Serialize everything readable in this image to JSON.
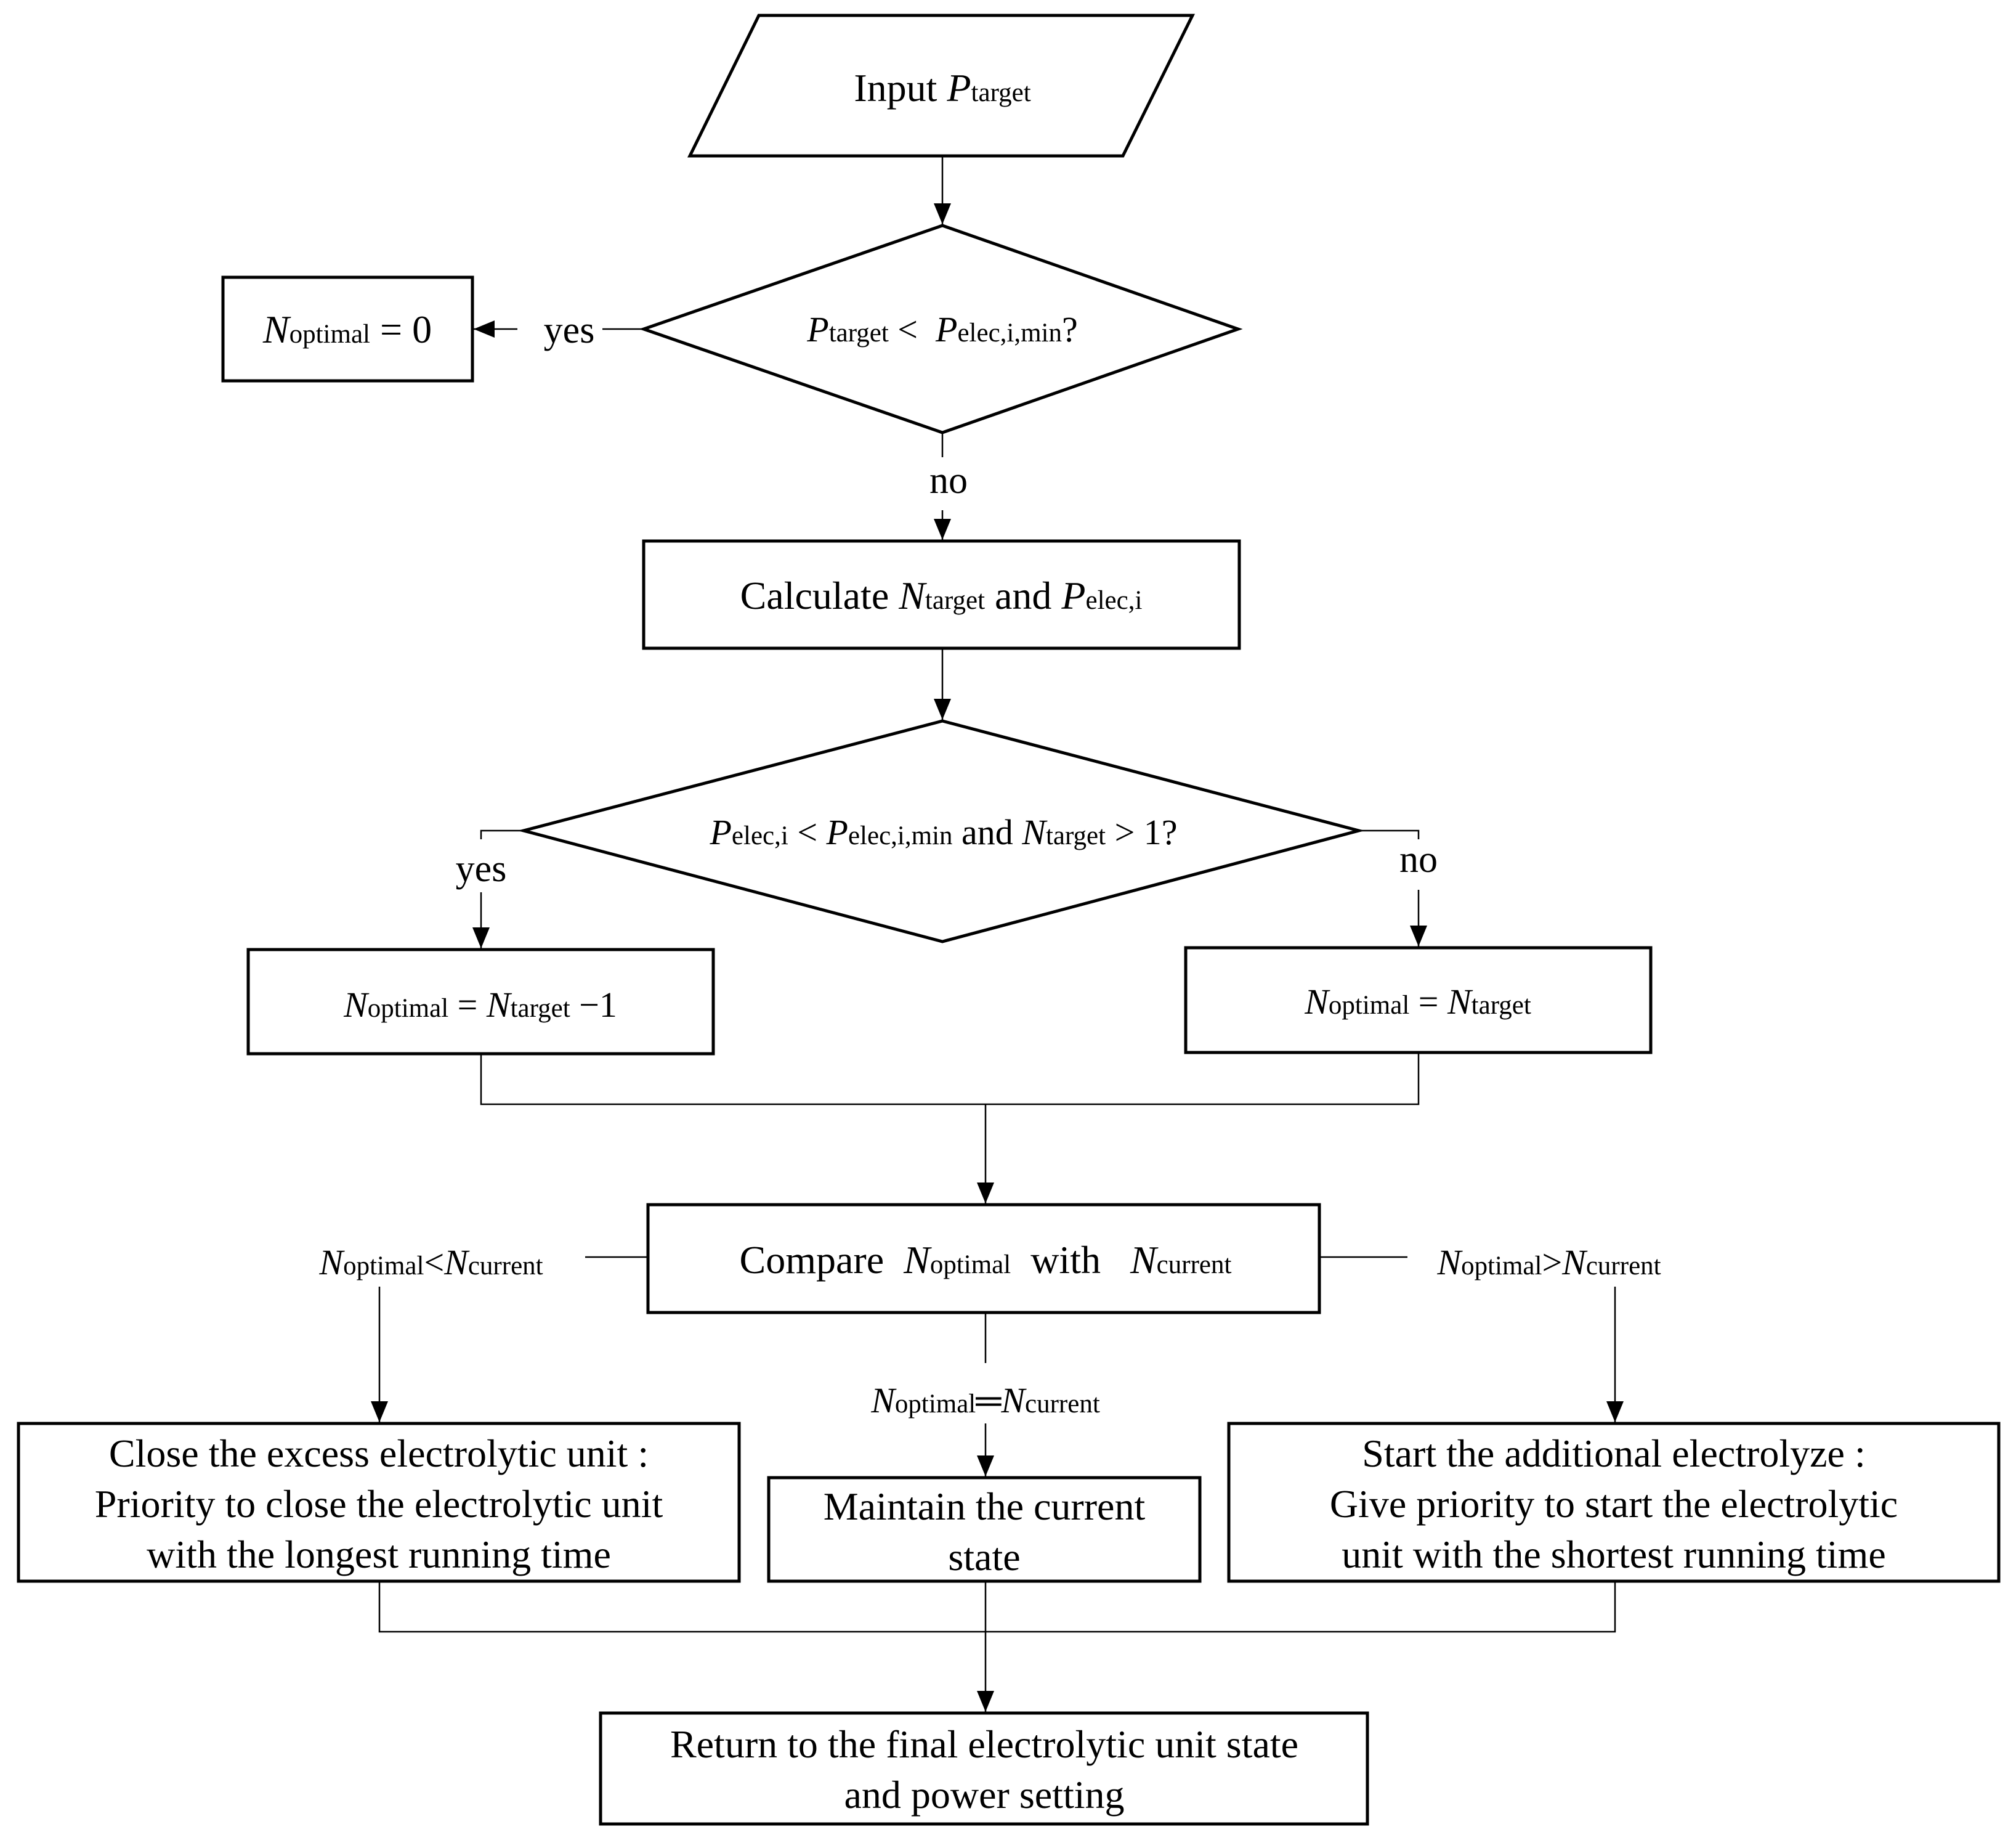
{
  "nodes": {
    "input": {
      "prefix": "Input ",
      "var": "P",
      "sub": "target"
    },
    "cond1": {
      "a": "P",
      "a_sub": "target",
      "op": " <  ",
      "b": "P",
      "b_sub": "elec,i,min",
      "end": "?"
    },
    "zero": {
      "var": "N",
      "sub": "optimal",
      "rest": " = 0"
    },
    "calculate": {
      "prefix": "Calculate ",
      "var1": "N",
      "sub1": "target",
      "mid": " and ",
      "var2": "P",
      "sub2": "elec,i"
    },
    "cond2": {
      "a": "P",
      "a_sub": "elec,i",
      "op1": " < ",
      "b": "P",
      "b_sub": "elec,i,min",
      "mid": " and ",
      "c": "N",
      "c_sub": "target",
      "end": " > 1?"
    },
    "minus1": {
      "a": "N",
      "a_sub": "optimal",
      "op": " = ",
      "b": "N",
      "b_sub": "target",
      "end": " −1"
    },
    "equal": {
      "a": "N",
      "a_sub": "optimal",
      "op": " = ",
      "b": "N",
      "b_sub": "target"
    },
    "compare": {
      "prefix": "Compare  ",
      "a": "N",
      "a_sub": "optimal",
      "mid": "  with   ",
      "b": "N",
      "b_sub": "current"
    },
    "close": {
      "lines": [
        "Close the excess electrolytic unit :",
        "Priority to close the electrolytic unit",
        "with the longest running time"
      ]
    },
    "maintain": {
      "lines": [
        "Maintain the current",
        "state"
      ]
    },
    "start": {
      "lines": [
        "Start the additional electrolyze :",
        "Give priority to start the electrolytic",
        "unit with the shortest running time"
      ]
    },
    "final": {
      "lines": [
        "Return to the final electrolytic unit state",
        "and power setting"
      ]
    }
  },
  "edge_labels": {
    "yes1": "yes",
    "no1": "no",
    "yes2": "yes",
    "no2": "no",
    "less": {
      "a": "N",
      "a_sub": "optimal",
      "op": "<",
      "b": "N",
      "b_sub": "current"
    },
    "greater": {
      "a": "N",
      "a_sub": "optimal",
      "op": ">",
      "b": "N",
      "b_sub": "current"
    },
    "same": {
      "a": "N",
      "a_sub": "optimal",
      "op": "═",
      "b": "N",
      "b_sub": "current"
    }
  }
}
